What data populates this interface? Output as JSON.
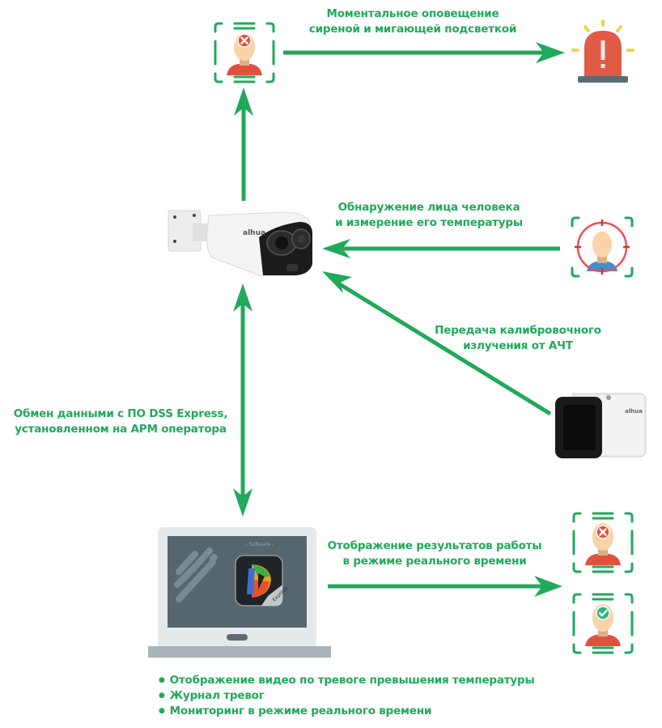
{
  "colors": {
    "accent_green": "#21a95a",
    "alert_red": "#e05a45",
    "skin": "#fbd3a8",
    "shirt_red": "#e0523f",
    "shirt_blue": "#3d8fcf",
    "siren_yellow": "#f6d046",
    "screen_gray": "#56666f",
    "laptop_body": "#e6e9ea"
  },
  "labels": {
    "siren_alert": [
      "Моментальное оповещение",
      "сиреной и мигающей подсветкой"
    ],
    "face_detection": [
      "Обнаружение лица человека",
      "и измерение его температуры"
    ],
    "blackbody_calibration": [
      "Передача калибровочного",
      "излучения от АЧТ"
    ],
    "dss_exchange": [
      "Обмен данными с ПО DSS Express,",
      "установленном на АРМ оператора"
    ],
    "realtime_results": [
      "Отображение результатов работы",
      "в режиме реального времени"
    ]
  },
  "bullets": [
    "Отображение видео по тревоге превышения температуры",
    "Журнал тревог",
    "Мониторинг в режиме реального времени"
  ],
  "devices": {
    "camera_brand": "alhua",
    "blackbody_brand": "alhua",
    "laptop_screen_caption": "- Software -",
    "app_badge": "Express"
  },
  "icons": {
    "alarm_face": "face-alarm-icon",
    "siren": "siren-icon",
    "target_face": "face-target-icon",
    "rejected_face": "face-rejected-icon",
    "accepted_face": "face-accepted-icon"
  }
}
